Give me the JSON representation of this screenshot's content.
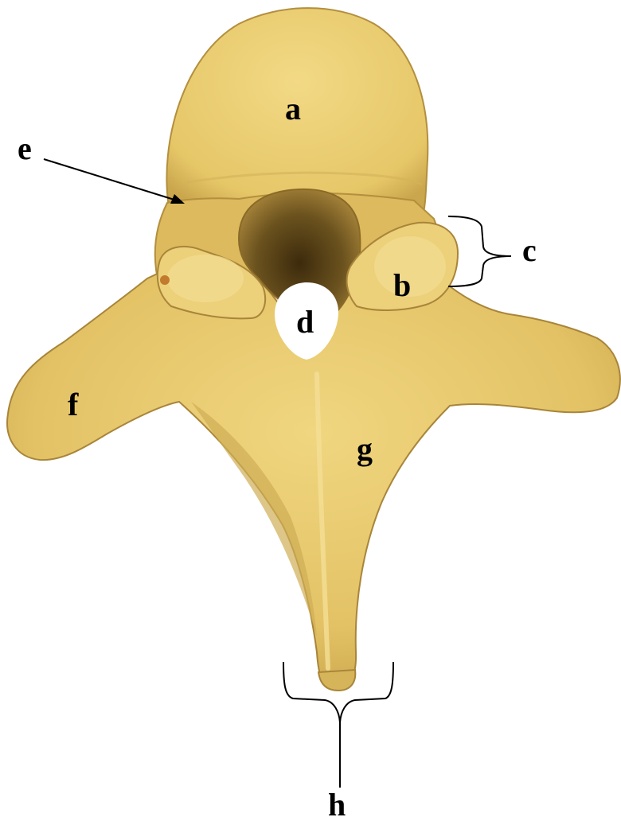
{
  "colors": {
    "bone": "#e8c96a",
    "bone_shadow": "#b8943c",
    "bone_highlight": "#f2db8c",
    "canal_dark": "#5a4418",
    "annotation": "#000000",
    "background": "#ffffff"
  },
  "labels": {
    "a": "a",
    "b": "b",
    "c": "c",
    "d": "d",
    "e": "e",
    "f": "f",
    "g": "g",
    "h": "h"
  }
}
